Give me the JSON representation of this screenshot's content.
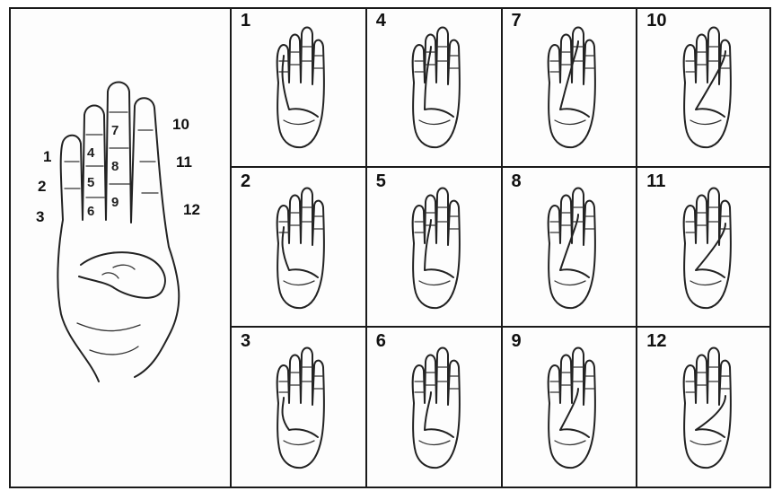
{
  "reference_hand": {
    "positions": [
      "1",
      "2",
      "3",
      "4",
      "5",
      "6",
      "7",
      "8",
      "9",
      "10",
      "11",
      "12"
    ]
  },
  "gestures": [
    {
      "number": "1"
    },
    {
      "number": "4"
    },
    {
      "number": "7"
    },
    {
      "number": "10"
    },
    {
      "number": "2"
    },
    {
      "number": "5"
    },
    {
      "number": "8"
    },
    {
      "number": "11"
    },
    {
      "number": "3"
    },
    {
      "number": "6"
    },
    {
      "number": "9"
    },
    {
      "number": "12"
    }
  ]
}
